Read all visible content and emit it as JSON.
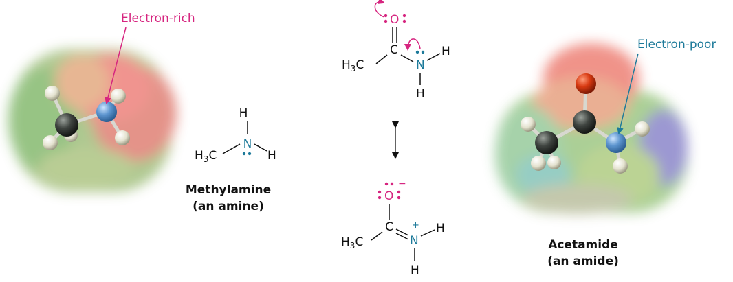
{
  "callouts": {
    "electron_rich": "Electron-rich",
    "electron_poor": "Electron-poor"
  },
  "captions": {
    "methylamine": {
      "name": "Methylamine",
      "class": "(an amine)"
    },
    "acetamide": {
      "name": "Acetamide",
      "class": "(an amide)"
    }
  },
  "atoms": {
    "H": "H",
    "N": "N",
    "O": "O",
    "C": "C",
    "h3c_main": "H",
    "h3c_sub": "3",
    "h3c_c": "C",
    "plus": "+",
    "minus": "−"
  },
  "colors": {
    "magenta": "#d6247f",
    "teal": "#1d7a9a",
    "black": "#111111"
  }
}
